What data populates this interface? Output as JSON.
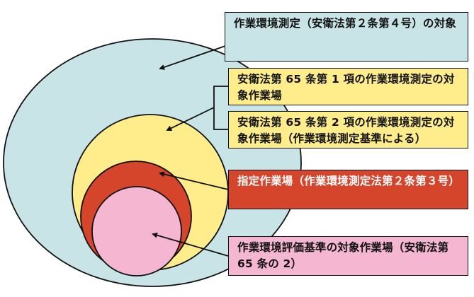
{
  "diagram": {
    "labels": {
      "outer": "作業環境測定（安衛法第２条第４号）の対象",
      "art65_1": "安衛法第 65 条第 1 項の作業環境測定の対象作業場",
      "art65_2": "安衛法第 65 条第 2 項の作業環境測定の対象作業場（作業環境測定基準による）",
      "designated": "指定作業場（作業環境測定法第２条第３号）",
      "evaluation": "作業環境評価基準の対象作業場（安衛法第 65 条の 2）"
    },
    "colors": {
      "outer_fill": "#c9e4e6",
      "middle_fill": "#ffed8c",
      "designated_fill": "#d4452c",
      "evaluation_fill": "#f4b6d0",
      "line": "#111111"
    }
  }
}
